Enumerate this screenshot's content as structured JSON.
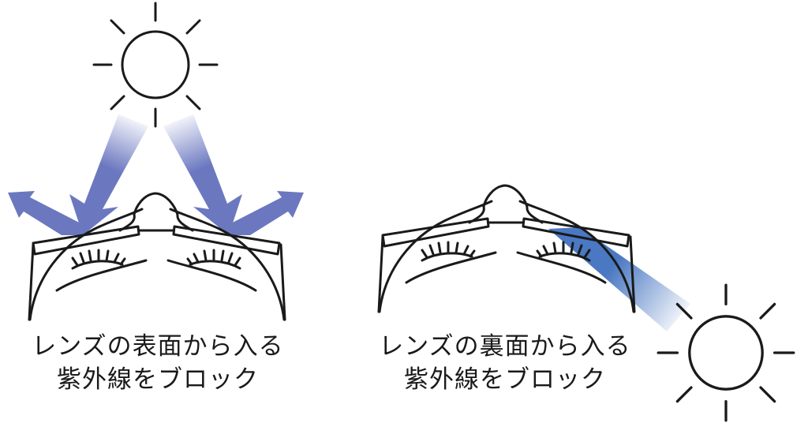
{
  "left_panel": {
    "caption_line1": "レンズの表面から入る",
    "caption_line2": "紫外線をブロック"
  },
  "right_panel": {
    "caption_line1": "レンズの裏面から入る",
    "caption_line2": "紫外線をブロック"
  },
  "colors": {
    "front_uv_arrow": "#6b78c0",
    "back_uv_beam": "#4a78c2",
    "line": "#1a1a1a"
  },
  "icons": [
    "sun-icon",
    "face-with-glasses-icon",
    "uv-arrow-icon"
  ]
}
